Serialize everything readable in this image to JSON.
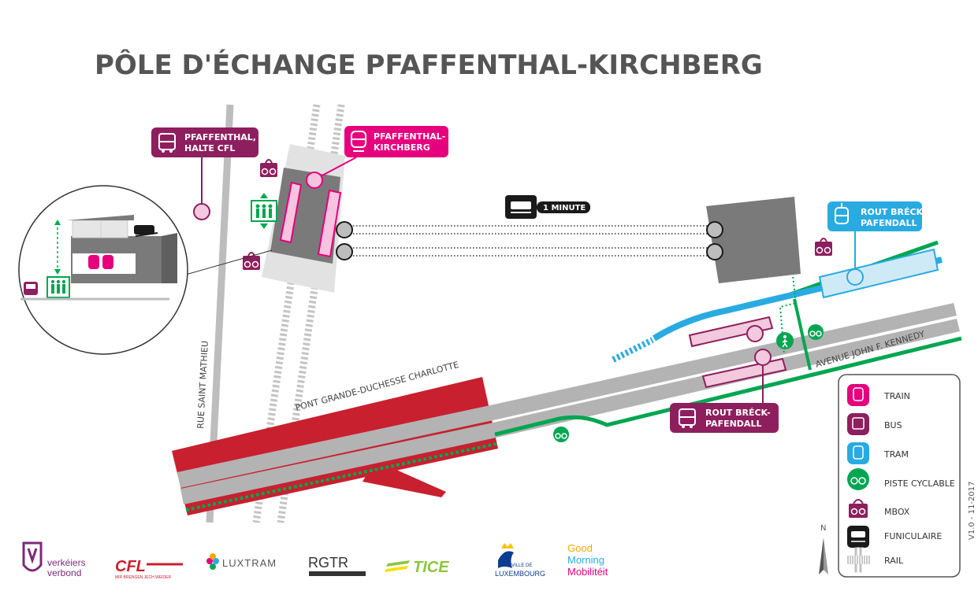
{
  "title": "PÔLE D'ÉCHANGE PFAFFENTHAL-KIRCHBERG",
  "labels": {
    "bus_halte_l1": "PFAFFENTHAL,",
    "bus_halte_l2": "HALTE CFL",
    "train_l1": "PFAFFENTHAL-",
    "train_l2": "KIRCHBERG",
    "funicular": "1 MINUTE",
    "tram_l1": "ROUT BRÉCK-",
    "tram_l2": "PAFENDALL",
    "bus_rb_l1": "ROUT BRÉCK-",
    "bus_rb_l2": "PAFENDALL"
  },
  "streets": {
    "rue": "RUE SAINT MATHIEU",
    "pont": "PONT GRANDE-DUCHESSE CHARLOTTE",
    "avenue": "AVENUE JOHN F. KENNEDY"
  },
  "legend": [
    {
      "label": "TRAIN",
      "icon": "train-icon"
    },
    {
      "label": "BUS",
      "icon": "bus-icon"
    },
    {
      "label": "TRAM",
      "icon": "tram-icon"
    },
    {
      "label": "PISTE CYCLABLE",
      "icon": "bike-icon"
    },
    {
      "label": "MBOX",
      "icon": "mbox-icon"
    },
    {
      "label": "FUNICULAIRE",
      "icon": "funicular-icon"
    },
    {
      "label": "RAIL",
      "icon": "rail-icon"
    }
  ],
  "north": "N",
  "version": "V1.0 - 11-2017",
  "logos": {
    "vv_1": "verkéiers",
    "vv_2": "verbond",
    "cfl": "CFL",
    "cfl_tag": "MIR BRÉNGEN JECH WEIDER",
    "luxtram": "LUXTRAM",
    "rgtr": "RGTR",
    "tice": "TICE",
    "ville_1": "VILLE DE",
    "ville_2": "LUXEMBOURG",
    "gm_1": "Good",
    "gm_2": "Morning",
    "gm_3": "Mobilitéit"
  },
  "colors": {
    "train": "#e6007e",
    "bus": "#8e1f5e",
    "tram": "#29abe2",
    "bike": "#00a651",
    "funicular": "#1a1a1a",
    "bridge": "#c8202f",
    "road": "#b3b3b3",
    "building": "#7a7a7a"
  }
}
